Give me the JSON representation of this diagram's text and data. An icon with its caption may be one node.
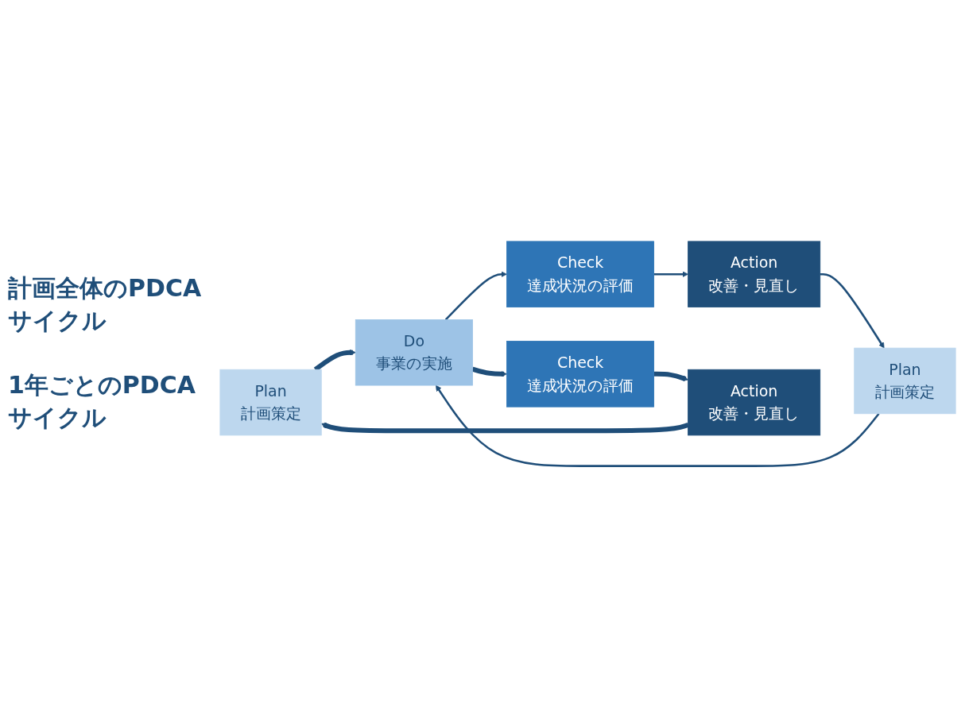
{
  "diagram": {
    "nodes": [
      {
        "text": [
          "Plan",
          "計画策定"
        ]
      },
      {
        "text": [
          "Do",
          "事業の実施"
        ]
      },
      {
        "text": [
          "Check",
          "達成状況の評価"
        ]
      },
      {
        "text": [
          "Action",
          "改善・見直し"
        ]
      },
      {
        "text": [
          "Plan",
          "計画策定"
        ]
      },
      {
        "text": [
          "Check",
          "達成状況の評価"
        ]
      },
      {
        "text": [
          "Action",
          "改善・見直し"
        ]
      }
    ],
    "edges": [
      {
        "from": 0,
        "to": 1,
        "arrow": "to",
        "style": "thick"
      },
      {
        "from": 1,
        "to": 2,
        "arrow": "to"
      },
      {
        "from": 2,
        "to": 3,
        "arrow": "to"
      },
      {
        "from": 3,
        "to": 4,
        "arrow": "to"
      },
      {
        "from": 4,
        "to": 1,
        "arrow": "to"
      },
      {
        "from": 1,
        "to": 5,
        "arrow": "to",
        "style": "thick"
      },
      {
        "from": 5,
        "to": 6,
        "arrow": "to",
        "style": "thick"
      },
      {
        "from": 6,
        "to": 0,
        "arrow": "to",
        "style": "thick"
      }
    ],
    "labels": [
      "計画全体のPDCAサイクル",
      "1年ごとのPDCAサイクル"
    ]
  }
}
